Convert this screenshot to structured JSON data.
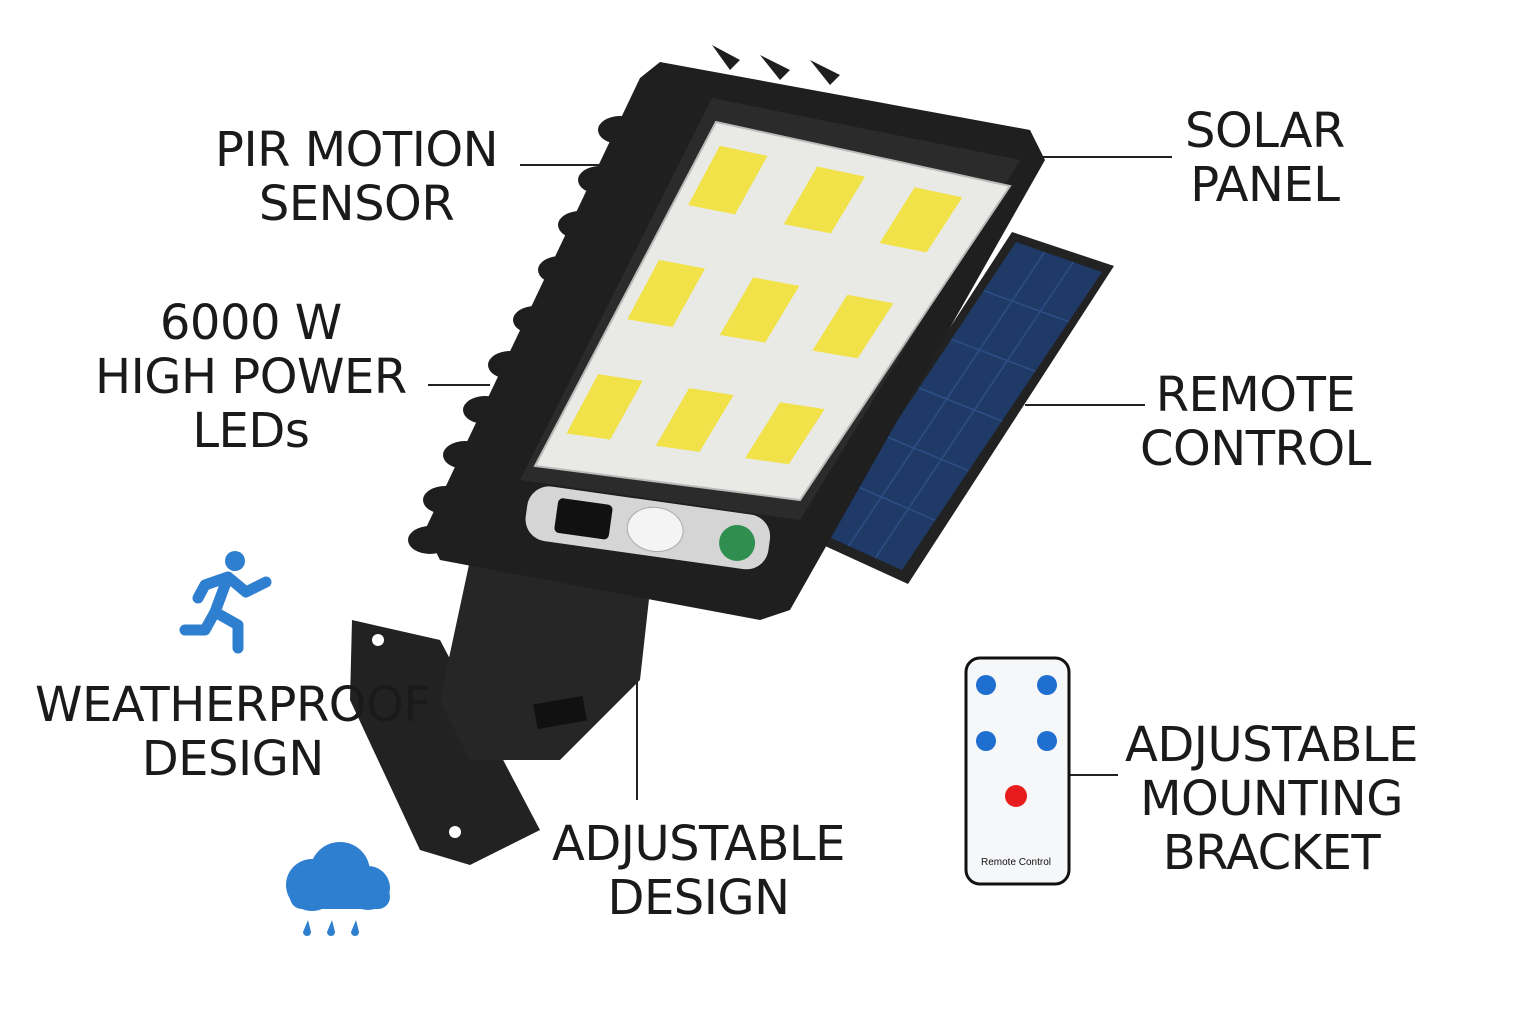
{
  "labels": {
    "pir": [
      "PIR MOTION",
      "SENSOR"
    ],
    "leds": [
      "6000 W",
      "HIGH POWER",
      "LEDs"
    ],
    "weather": [
      "WEATHERPROOF",
      "DESIGN"
    ],
    "adjustable": [
      "ADJUSTABLE",
      "DESIGN"
    ],
    "solar": [
      "SOLAR",
      "PANEL"
    ],
    "remote": [
      "REMOTE",
      "CONTROL"
    ],
    "bracket": [
      "ADJUSTABLE",
      "MOUNTING",
      "BRACKET"
    ]
  },
  "remote_caption": "Remote Control",
  "icons": [
    "running-person-icon",
    "rain-cloud-icon"
  ],
  "colors": {
    "led": "#f2e24a",
    "solar": "#1f3a66",
    "body": "#1f1f1f",
    "icon_blue": "#2f7fd1",
    "remote_blue": "#1f6fd0",
    "remote_red": "#e81c1c",
    "sensor_green": "#2f8f4f"
  }
}
